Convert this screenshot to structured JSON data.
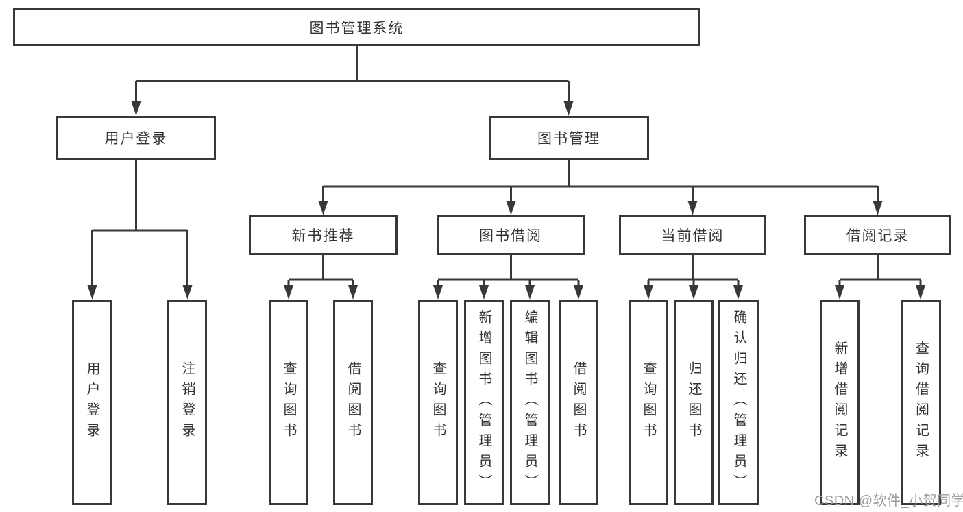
{
  "diagram": {
    "title_node": {
      "label": "图书管理系统"
    },
    "level2": [
      {
        "id": "user-login",
        "label": "用户登录"
      },
      {
        "id": "book-management",
        "label": "图书管理"
      }
    ],
    "level3": [
      {
        "id": "new-book-recommend",
        "label": "新书推荐"
      },
      {
        "id": "book-borrowing",
        "label": "图书借阅"
      },
      {
        "id": "current-borrowing",
        "label": "当前借阅"
      },
      {
        "id": "borrowing-records",
        "label": "借阅记录"
      }
    ],
    "leaves": [
      {
        "id": "leaf-user-login",
        "label": "用户登录"
      },
      {
        "id": "leaf-logout",
        "label": "注销登录"
      },
      {
        "id": "leaf-query-books-1",
        "label": "查询图书"
      },
      {
        "id": "leaf-borrow-books-1",
        "label": "借阅图书"
      },
      {
        "id": "leaf-query-books-2",
        "label": "查询图书"
      },
      {
        "id": "leaf-add-books-admin",
        "label": "新增图书（管理员）"
      },
      {
        "id": "leaf-edit-books-admin",
        "label": "编辑图书（管理员）"
      },
      {
        "id": "leaf-borrow-books-2",
        "label": "借阅图书"
      },
      {
        "id": "leaf-query-books-3",
        "label": "查询图书"
      },
      {
        "id": "leaf-return-books",
        "label": "归还图书"
      },
      {
        "id": "leaf-confirm-return-admin",
        "label": "确认归还（管理员）"
      },
      {
        "id": "leaf-add-borrow-record",
        "label": "新增借阅记录"
      },
      {
        "id": "leaf-query-borrow-record",
        "label": "查询借阅记录"
      }
    ]
  },
  "watermark": {
    "text": "CSDN @软件_小贺同学"
  },
  "colors": {
    "line": "#383838",
    "box_border": "#383838",
    "text": "#333333",
    "watermark": "#9b9b9b",
    "background": "#ffffff"
  }
}
